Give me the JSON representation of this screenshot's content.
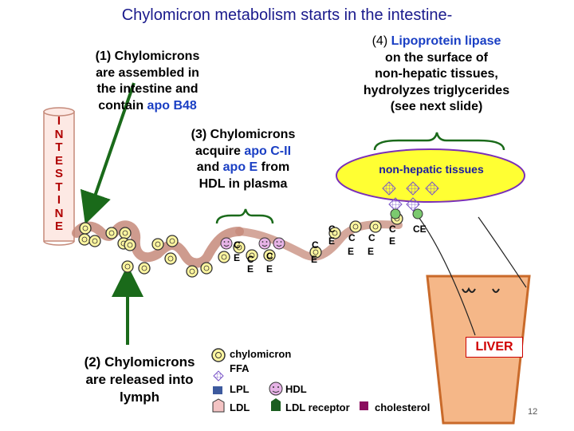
{
  "title": "Chylomicron metabolism starts in the intestine-",
  "intestine_letters": [
    "I",
    "N",
    "T",
    "E",
    "S",
    "T",
    "I",
    "N",
    "E"
  ],
  "step1": {
    "line1": "(1) Chylomicrons",
    "line2": "are assembled in",
    "line3": "the intestine and",
    "line4_prefix": "contain ",
    "line4_highlight": "apo B48"
  },
  "step2": {
    "line1": "(2) Chylomicrons",
    "line2": "are released into",
    "line3": "lymph"
  },
  "step3": {
    "line1": "(3) Chylomicrons",
    "line2_prefix": "acquire ",
    "line2_highlight": "apo C-II",
    "line3_prefix": "and ",
    "line3_highlight": "apo E",
    "line3_suffix": " from",
    "line4": "HDL in plasma"
  },
  "step4": {
    "line1_num": "(4)",
    "line1_rest": " Lipoprotein lipase",
    "line2": "on the surface of",
    "line3": "non-hepatic tissues,",
    "line4": "hydrolyzes triglycerides",
    "line5": "(see next slide)"
  },
  "nonhepatic_label": "non-hepatic tissues",
  "liver_label": "LIVER",
  "apo_labels": {
    "c": "C",
    "e": "E",
    "ce": "CE"
  },
  "legend": {
    "chylomicron": "chylomicron",
    "ffa": "FFA",
    "lpl": "LPL",
    "hdl": "HDL",
    "ldl": "LDL",
    "ldl_receptor": "LDL receptor",
    "cholesterol": "cholesterol"
  },
  "slide_number": "12",
  "colors": {
    "title": "#1a1a8c",
    "highlight": "#1a3fc4",
    "intestine_fill": "#fde9e4",
    "intestine_text": "#b00000",
    "vessel": "#c58a7a",
    "chylomicron_fill": "#fff6a0",
    "ellipse_fill": "#ffff33",
    "bracket": "#1a6a1a",
    "liver_fill": "#f5b788",
    "liver_label": "#d00000",
    "hdl_fill": "#e6b3e6",
    "ldl_receptor": "#1b5e20",
    "cholesterol": "#8b0d5e",
    "lpl": "#3d5a9e",
    "ldl": "#f3c3c3"
  }
}
